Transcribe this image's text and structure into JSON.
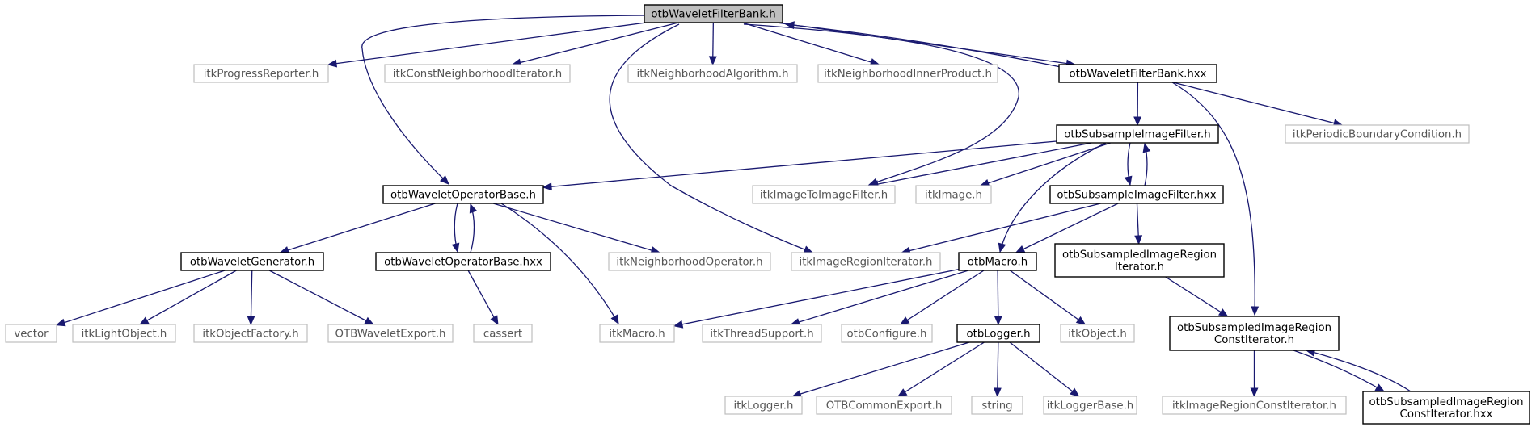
{
  "graph": {
    "nodes": {
      "root": {
        "lines": [
          "otbWaveletFilterBank.h"
        ],
        "kind": "root"
      },
      "progress": {
        "lines": [
          "itkProgressReporter.h"
        ],
        "kind": "external"
      },
      "constnbh": {
        "lines": [
          "itkConstNeighborhoodIterator.h"
        ],
        "kind": "external"
      },
      "nbhalgo": {
        "lines": [
          "itkNeighborhoodAlgorithm.h"
        ],
        "kind": "external"
      },
      "nbhinner": {
        "lines": [
          "itkNeighborhoodInnerProduct.h"
        ],
        "kind": "external"
      },
      "fbhxx": {
        "lines": [
          "otbWaveletFilterBank.hxx"
        ],
        "kind": "project"
      },
      "subsample": {
        "lines": [
          "otbSubsampleImageFilter.h"
        ],
        "kind": "project"
      },
      "periodic": {
        "lines": [
          "itkPeriodicBoundaryCondition.h"
        ],
        "kind": "external"
      },
      "opbase": {
        "lines": [
          "otbWaveletOperatorBase.h"
        ],
        "kind": "project"
      },
      "imgtoimg": {
        "lines": [
          "itkImageToImageFilter.h"
        ],
        "kind": "external"
      },
      "itkimage": {
        "lines": [
          "itkImage.h"
        ],
        "kind": "external"
      },
      "subhxx": {
        "lines": [
          "otbSubsampleImageFilter.hxx"
        ],
        "kind": "project"
      },
      "wgen": {
        "lines": [
          "otbWaveletGenerator.h"
        ],
        "kind": "project"
      },
      "opbasehxx": {
        "lines": [
          "otbWaveletOperatorBase.hxx"
        ],
        "kind": "project"
      },
      "nbhop": {
        "lines": [
          "itkNeighborhoodOperator.h"
        ],
        "kind": "external"
      },
      "regiter": {
        "lines": [
          "itkImageRegionIterator.h"
        ],
        "kind": "external"
      },
      "macro": {
        "lines": [
          "otbMacro.h"
        ],
        "kind": "project"
      },
      "subregiter": {
        "lines": [
          "otbSubsampledImageRegion",
          "Iterator.h"
        ],
        "kind": "project"
      },
      "vector": {
        "lines": [
          "vector"
        ],
        "kind": "external"
      },
      "lightobj": {
        "lines": [
          "itkLightObject.h"
        ],
        "kind": "external"
      },
      "objfactory": {
        "lines": [
          "itkObjectFactory.h"
        ],
        "kind": "external"
      },
      "wexport": {
        "lines": [
          "OTBWaveletExport.h"
        ],
        "kind": "external"
      },
      "cassert": {
        "lines": [
          "cassert"
        ],
        "kind": "external"
      },
      "itkmacro": {
        "lines": [
          "itkMacro.h"
        ],
        "kind": "external"
      },
      "thread": {
        "lines": [
          "itkThreadSupport.h"
        ],
        "kind": "external"
      },
      "otbconfig": {
        "lines": [
          "otbConfigure.h"
        ],
        "kind": "external"
      },
      "logger": {
        "lines": [
          "otbLogger.h"
        ],
        "kind": "project"
      },
      "itkobject": {
        "lines": [
          "itkObject.h"
        ],
        "kind": "external"
      },
      "subregconst": {
        "lines": [
          "otbSubsampledImageRegion",
          "ConstIterator.h"
        ],
        "kind": "project"
      },
      "itklogger": {
        "lines": [
          "itkLogger.h"
        ],
        "kind": "external"
      },
      "commonexport": {
        "lines": [
          "OTBCommonExport.h"
        ],
        "kind": "external"
      },
      "string": {
        "lines": [
          "string"
        ],
        "kind": "external"
      },
      "loggerbase": {
        "lines": [
          "itkLoggerBase.h"
        ],
        "kind": "external"
      },
      "regconstiter": {
        "lines": [
          "itkImageRegionConstIterator.h"
        ],
        "kind": "external"
      },
      "subregconsthxx": {
        "lines": [
          "otbSubsampledImageRegion",
          "ConstIterator.hxx"
        ],
        "kind": "project"
      }
    },
    "edges": [
      [
        "root",
        "progress"
      ],
      [
        "root",
        "constnbh"
      ],
      [
        "root",
        "nbhalgo"
      ],
      [
        "root",
        "nbhinner"
      ],
      [
        "root",
        "fbhxx"
      ],
      [
        "root",
        "opbase"
      ],
      [
        "root",
        "regiter"
      ],
      [
        "root",
        "imgtoimg"
      ],
      [
        "fbhxx",
        "root"
      ],
      [
        "fbhxx",
        "subsample"
      ],
      [
        "fbhxx",
        "periodic"
      ],
      [
        "fbhxx",
        "subregconst"
      ],
      [
        "subsample",
        "opbase"
      ],
      [
        "subsample",
        "imgtoimg"
      ],
      [
        "subsample",
        "itkimage"
      ],
      [
        "subsample",
        "subhxx"
      ],
      [
        "subsample",
        "macro"
      ],
      [
        "subhxx",
        "subsample"
      ],
      [
        "subhxx",
        "regiter"
      ],
      [
        "subhxx",
        "macro"
      ],
      [
        "subhxx",
        "subregiter"
      ],
      [
        "opbase",
        "wgen"
      ],
      [
        "opbase",
        "opbasehxx"
      ],
      [
        "opbase",
        "nbhop"
      ],
      [
        "opbase",
        "itkmacro"
      ],
      [
        "opbasehxx",
        "opbase"
      ],
      [
        "opbasehxx",
        "cassert"
      ],
      [
        "wgen",
        "vector"
      ],
      [
        "wgen",
        "lightobj"
      ],
      [
        "wgen",
        "objfactory"
      ],
      [
        "wgen",
        "wexport"
      ],
      [
        "macro",
        "itkmacro"
      ],
      [
        "macro",
        "thread"
      ],
      [
        "macro",
        "otbconfig"
      ],
      [
        "macro",
        "logger"
      ],
      [
        "macro",
        "itkobject"
      ],
      [
        "logger",
        "itklogger"
      ],
      [
        "logger",
        "commonexport"
      ],
      [
        "logger",
        "string"
      ],
      [
        "logger",
        "loggerbase"
      ],
      [
        "subregiter",
        "subregconst"
      ],
      [
        "subregconst",
        "regconstiter"
      ],
      [
        "subregconst",
        "subregconsthxx"
      ],
      [
        "subregconsthxx",
        "subregconst"
      ]
    ]
  }
}
